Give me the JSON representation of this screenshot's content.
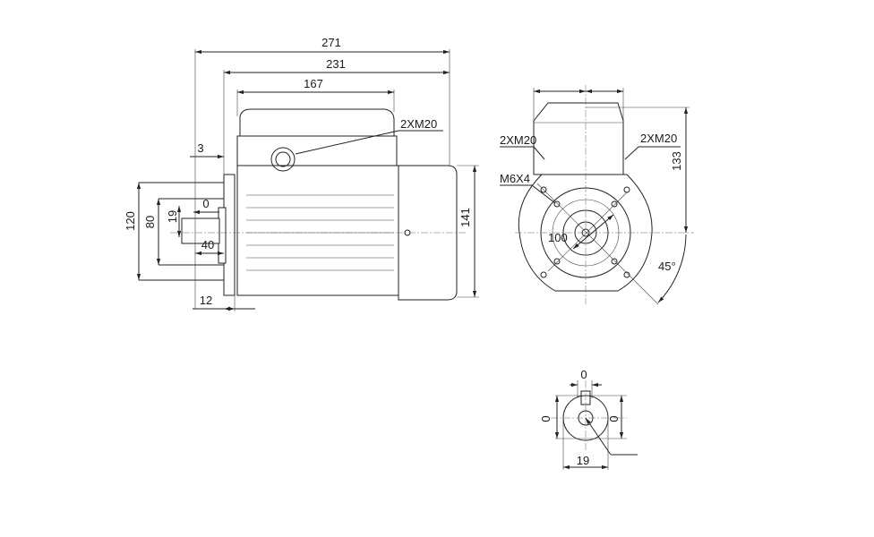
{
  "side_view": {
    "dims": {
      "overall_length": "271",
      "length_to_frame": "231",
      "terminal_box_length": "167",
      "flange_offset": "3",
      "shaft_offset": "0",
      "shaft_diameter": "19",
      "shaft_length": "40",
      "flange_thickness": "12",
      "flange_height": "120",
      "spigot_diameter": "80",
      "frame_height": "141",
      "cable_entry": "2XM20"
    }
  },
  "front_view": {
    "dims": {
      "cable_entry_left": "2XM20",
      "cable_entry_right": "2XM20",
      "flange_holes": "M6X4",
      "pitch_circle": "100",
      "box_height": "133",
      "hole_angle": "45°"
    }
  },
  "shaft_detail": {
    "dims": {
      "key_width": "0",
      "key_height_left": "0",
      "key_height_right": "0",
      "shaft_diameter": "19"
    }
  }
}
